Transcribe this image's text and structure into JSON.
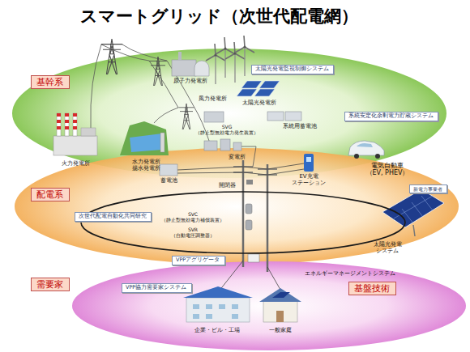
{
  "diagram": {
    "title": "スマートグリッド（次世代配電網）",
    "nodes": [
      {
        "text": [
          "基幹系"
        ]
      },
      {
        "text": [
          "太陽光発電監視制御システム"
        ]
      },
      {
        "text": [
          "系統安定化余剰電力貯蔵システム"
        ]
      },
      {
        "text": [
          "配電系"
        ]
      },
      {
        "text": [
          "新電力事業者"
        ]
      },
      {
        "text": [
          "次世代配電自動化共同研究"
        ]
      },
      {
        "text": [
          "VPPアグリゲータ"
        ]
      },
      {
        "text": [
          "需要家"
        ]
      },
      {
        "text": [
          "VPP協力需要家システム"
        ]
      },
      {
        "text": [
          "基盤技術"
        ]
      }
    ],
    "labels": [
      "原子力発電所",
      "風力発電所",
      "太陽光発電所",
      "火力発電所",
      "水力発電所 揚水発電所",
      "系統用蓄電池",
      "SVG （静止型無効電力発生装置）",
      "変電所",
      "蓄電池",
      "開閉器",
      "EV充電 ステーション",
      "電気自動車 （EV, PHEV）",
      "SVC （静止型無効電力補償装置）",
      "SVR （自動電圧調整器）",
      "太陽光発電 システム",
      "エネルギーマネージメントシステム",
      "企業・ビル・工場",
      "一般家庭"
    ]
  }
}
